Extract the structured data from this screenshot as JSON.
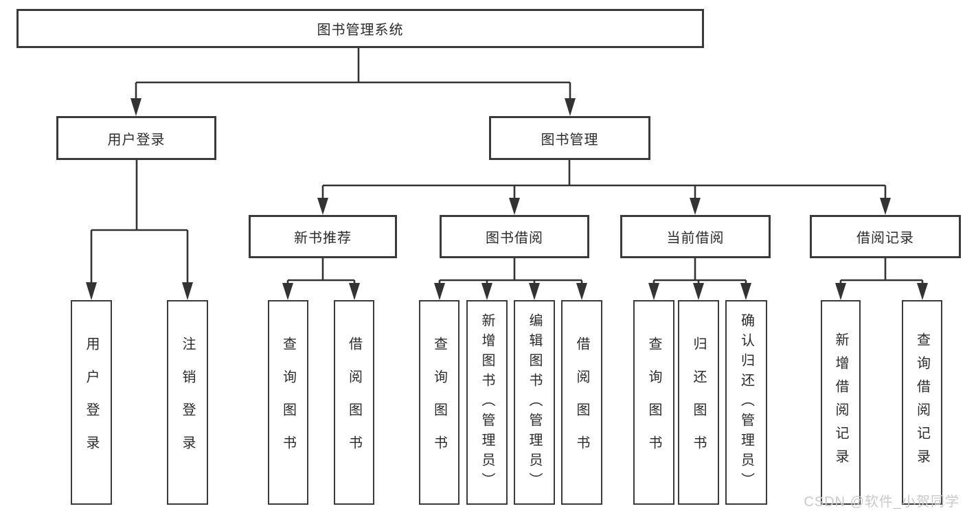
{
  "diagram": {
    "root": "图书管理系统",
    "branches": [
      {
        "label": "用户登录",
        "children": [
          {
            "label": "用户登录"
          },
          {
            "label": "注销登录"
          }
        ]
      },
      {
        "label": "图书管理",
        "children": [
          {
            "label": "新书推荐",
            "children": [
              {
                "label": "查询图书"
              },
              {
                "label": "借阅图书"
              }
            ]
          },
          {
            "label": "图书借阅",
            "children": [
              {
                "label": "查询图书"
              },
              {
                "label": "新增图书（管理员）"
              },
              {
                "label": "编辑图书（管理员）"
              },
              {
                "label": "借阅图书"
              }
            ]
          },
          {
            "label": "当前借阅",
            "children": [
              {
                "label": "查询图书"
              },
              {
                "label": "归还图书"
              },
              {
                "label": "确认归还（管理员）"
              }
            ]
          },
          {
            "label": "借阅记录",
            "children": [
              {
                "label": "新增借阅记录"
              },
              {
                "label": "查询借阅记录"
              }
            ]
          }
        ]
      }
    ]
  },
  "watermark": "CSDN @软件_小贺同学",
  "colors": {
    "line": "#333333",
    "border": "#3a3a3a",
    "text": "#2b2b2b",
    "watermark_text": "#c9c9c9",
    "background": "#ffffff"
  }
}
